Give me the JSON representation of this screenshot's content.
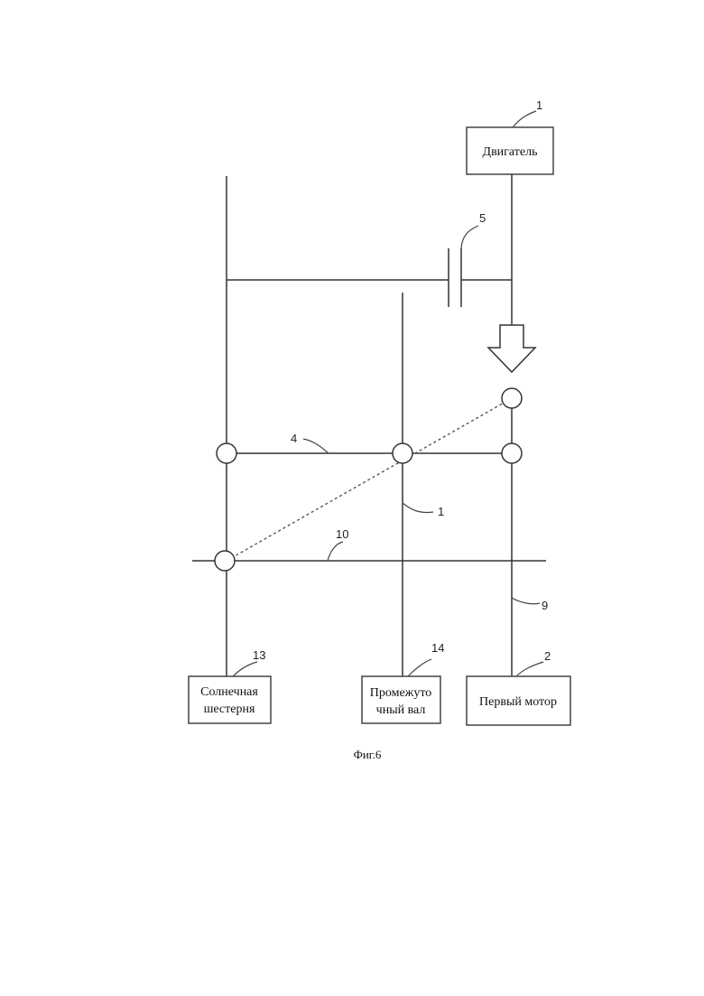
{
  "blocks": {
    "engine": "Двигатель",
    "sun_gear_line1": "Солнечная",
    "sun_gear_line2": "шестерня",
    "intermediate_shaft_line1": "Промежуто",
    "intermediate_shaft_line2": "чный вал",
    "first_motor": "Первый мотор"
  },
  "refs": {
    "engine": "1",
    "brake": "5",
    "carrier_line": "4",
    "intermediate_line": "1",
    "axis_line": "10",
    "first_motor_line": "9",
    "sun_gear": "13",
    "intermediate_shaft": "14",
    "first_motor": "2"
  },
  "caption": "Фиг.6"
}
